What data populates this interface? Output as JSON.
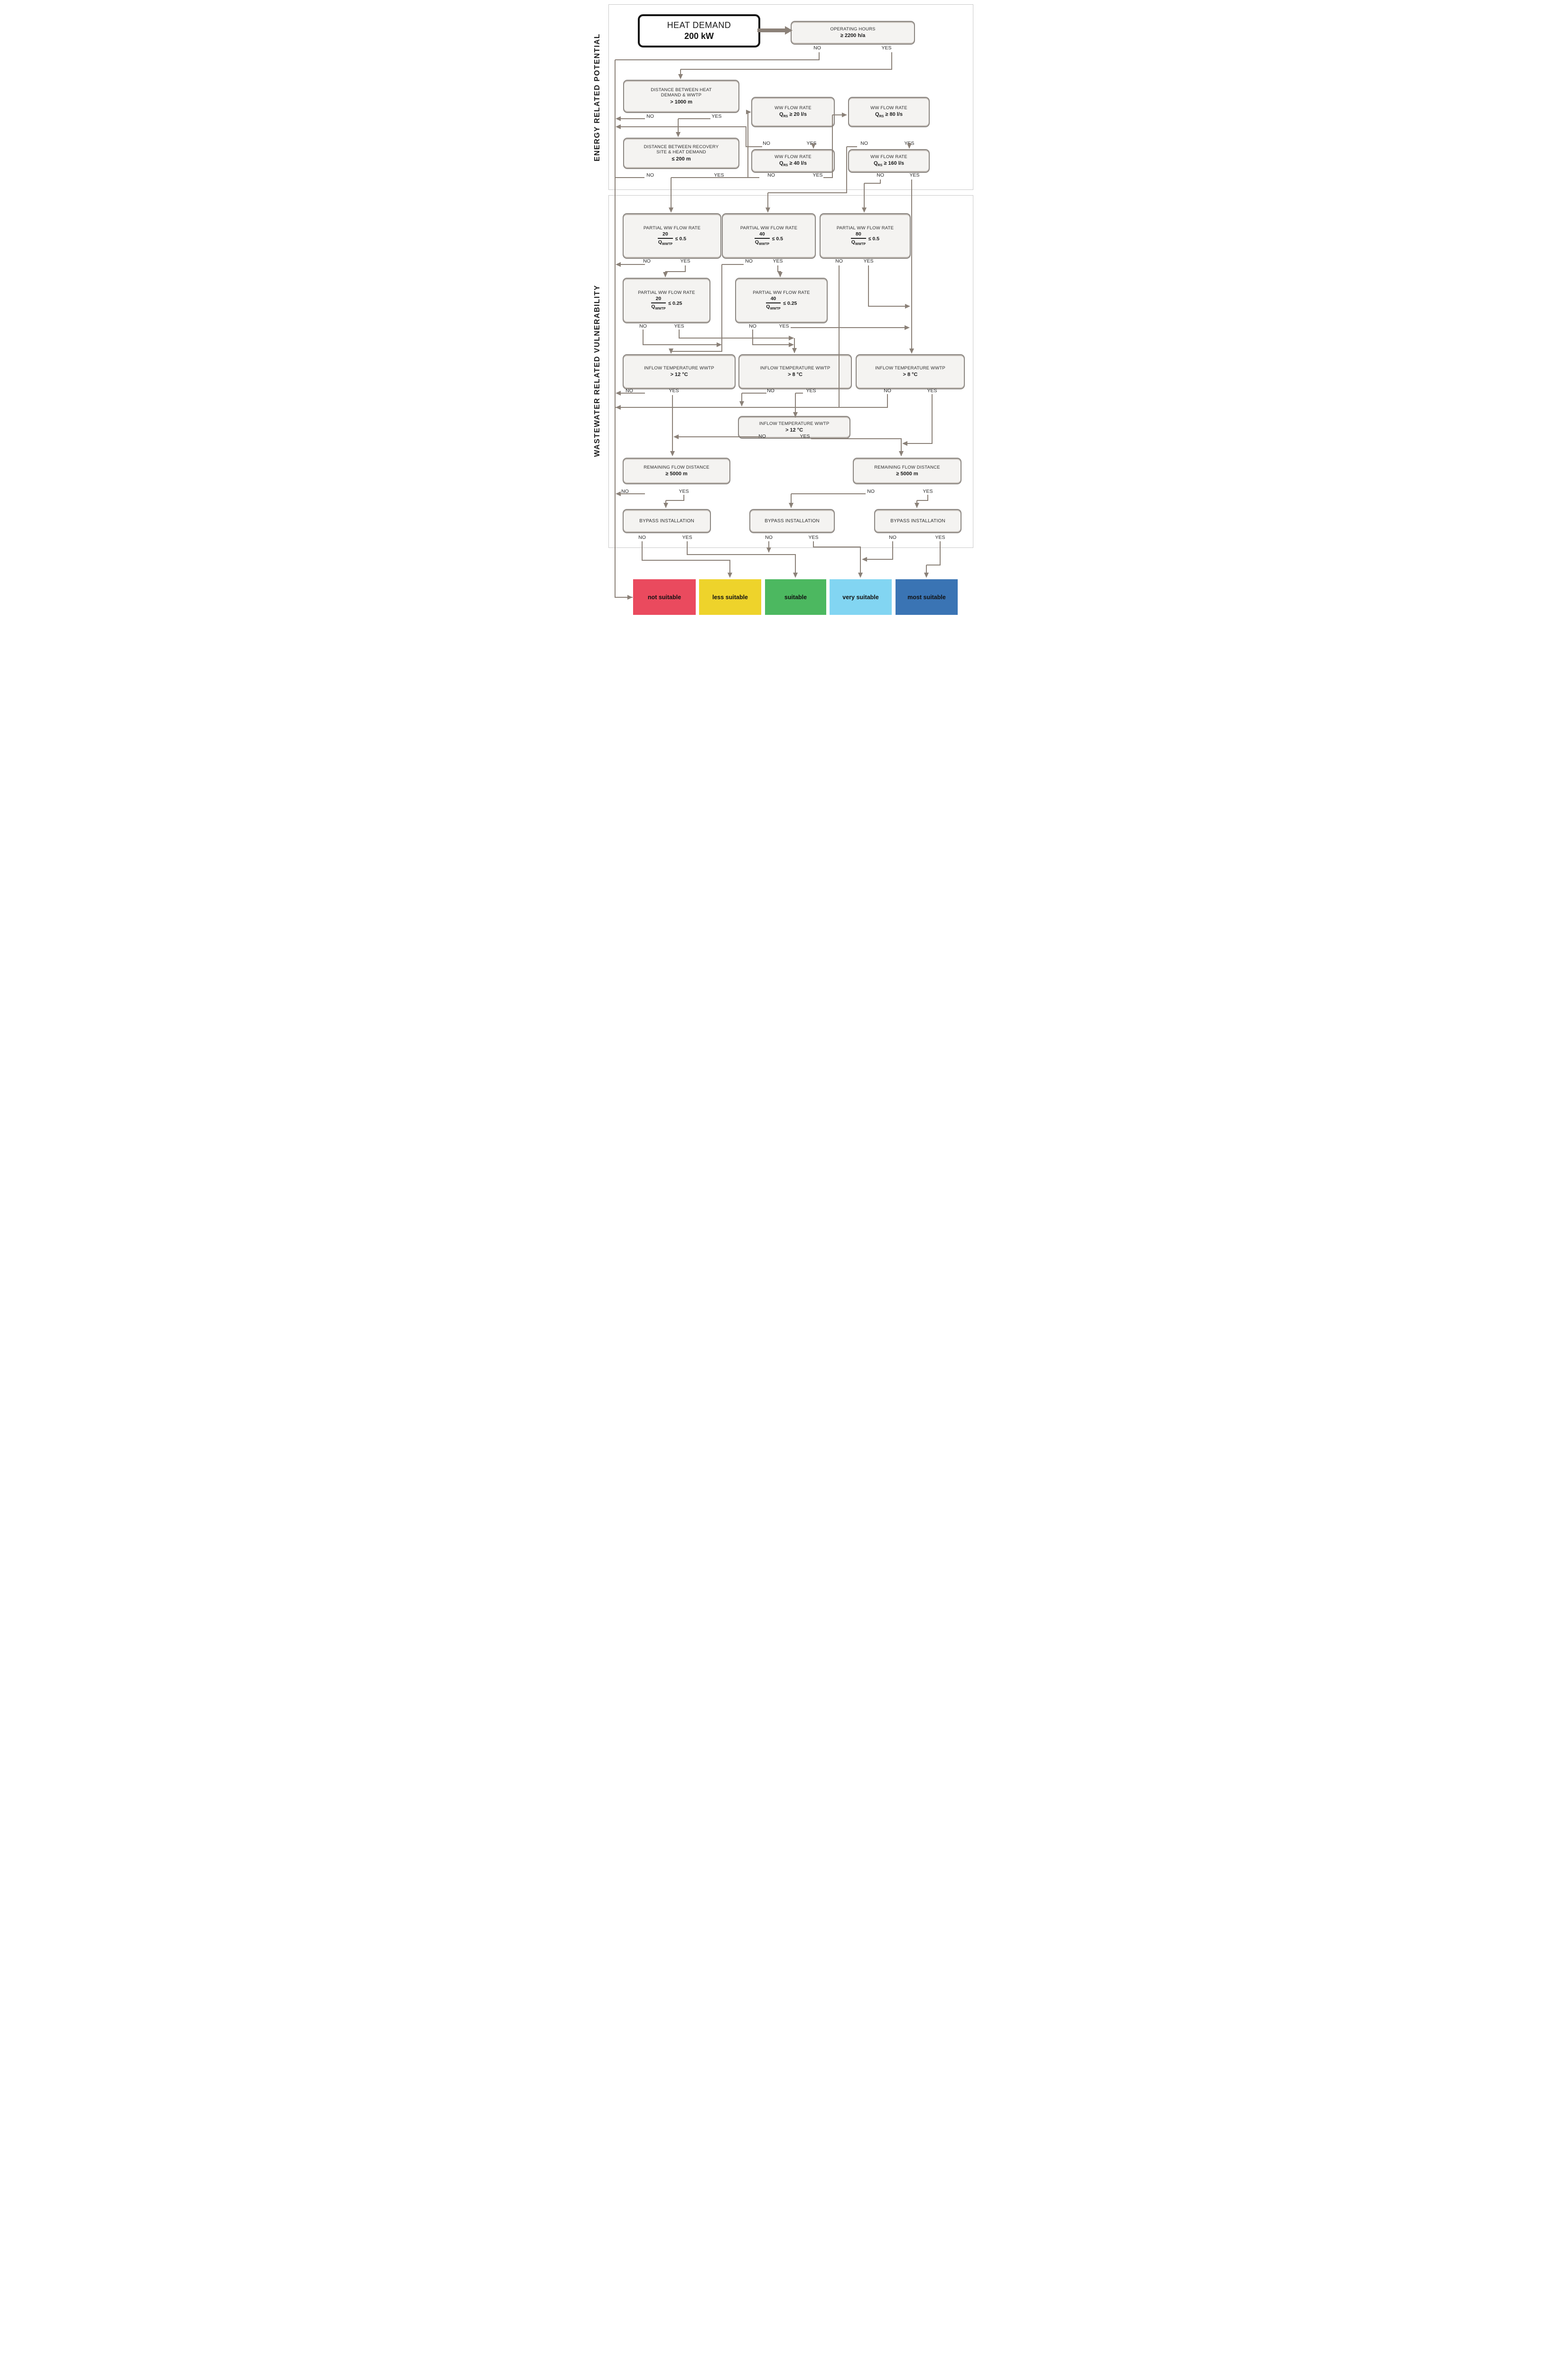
{
  "sections": {
    "energy": {
      "label": "ENERGY RELATED POTENTIAL"
    },
    "wastewater": {
      "label": "WASTEWATER RELATED VULNERABILITY"
    }
  },
  "labels": {
    "no": "NO",
    "yes": "YES"
  },
  "nodes": {
    "heat_demand": {
      "title": "HEAT DEMAND",
      "value": "200 kW"
    },
    "operating_hours": {
      "title": "OPERATING HOURS",
      "value": "≥ 2200 h/a"
    },
    "distance_wwtp": {
      "l1": "DISTANCE BETWEEN HEAT",
      "l2": "DEMAND & WWTP",
      "value": "> 1000 m"
    },
    "distance_recovery": {
      "l1": "DISTANCE BETWEEN RECOVERY",
      "l2": "SITE & HEAT DEMAND",
      "value": "≤ 200 m"
    },
    "ww20": {
      "title": "WW FLOW RATE",
      "q": "Q",
      "qsub": "RS",
      "value": "≥ 20 l/s"
    },
    "ww40": {
      "title": "WW FLOW RATE",
      "q": "Q",
      "qsub": "RS",
      "value": "≥ 40 l/s"
    },
    "ww80": {
      "title": "WW FLOW RATE",
      "q": "Q",
      "qsub": "RS",
      "value": "≥ 80 l/s"
    },
    "ww160": {
      "title": "WW FLOW RATE",
      "q": "Q",
      "qsub": "RS",
      "value": "≥ 160 l/s"
    },
    "partial20": {
      "title": "PARTIAL  WW FLOW RATE",
      "num": "20",
      "q": "Q",
      "qsub": "WWTP",
      "value": "≤ 0.5"
    },
    "partial40": {
      "title": "PARTIAL  WW FLOW RATE",
      "num": "40",
      "q": "Q",
      "qsub": "WWTP",
      "value": "≤ 0.5"
    },
    "partial80": {
      "title": "PARTIAL  WW FLOW RATE",
      "num": "80",
      "q": "Q",
      "qsub": "WWTP",
      "value": "≤ 0.5"
    },
    "partial20b": {
      "title": "PARTIAL  WW FLOW RATE",
      "num": "20",
      "q": "Q",
      "qsub": "WWTP",
      "value": "≤ 0.25"
    },
    "partial40b": {
      "title": "PARTIAL  WW FLOW RATE",
      "num": "40",
      "q": "Q",
      "qsub": "WWTP",
      "value": "≤ 0.25"
    },
    "temp_left": {
      "title": "INFLOW TEMPERATURE WWTP",
      "value": "> 12 °C"
    },
    "temp_mid": {
      "title": "INFLOW TEMPERATURE WWTP",
      "value": "> 8 °C"
    },
    "temp_right": {
      "title": "INFLOW TEMPERATURE WWTP",
      "value": "> 8 °C"
    },
    "temp_mid2": {
      "title": "INFLOW TEMPERATURE WWTP",
      "value": "> 12 °C"
    },
    "remaining_left": {
      "title": "REMAINING  FLOW DISTANCE",
      "value": "≥ 5000 m"
    },
    "remaining_right": {
      "title": "REMAINING  FLOW DISTANCE",
      "value": "≥ 5000 m"
    },
    "bypass_left": {
      "title": "BYPASS INSTALLATION"
    },
    "bypass_mid": {
      "title": "BYPASS INSTALLATION"
    },
    "bypass_right": {
      "title": "BYPASS INSTALLATION"
    }
  },
  "results": [
    {
      "label": "not suitable",
      "color": "#ea4a5e"
    },
    {
      "label": "less suitable",
      "color": "#eed32b"
    },
    {
      "label": "suitable",
      "color": "#4cb860"
    },
    {
      "label": "very suitable",
      "color": "#82d5f2"
    },
    {
      "label": "most suitable",
      "color": "#3a74b4"
    }
  ],
  "connector_color": "#8b8178"
}
